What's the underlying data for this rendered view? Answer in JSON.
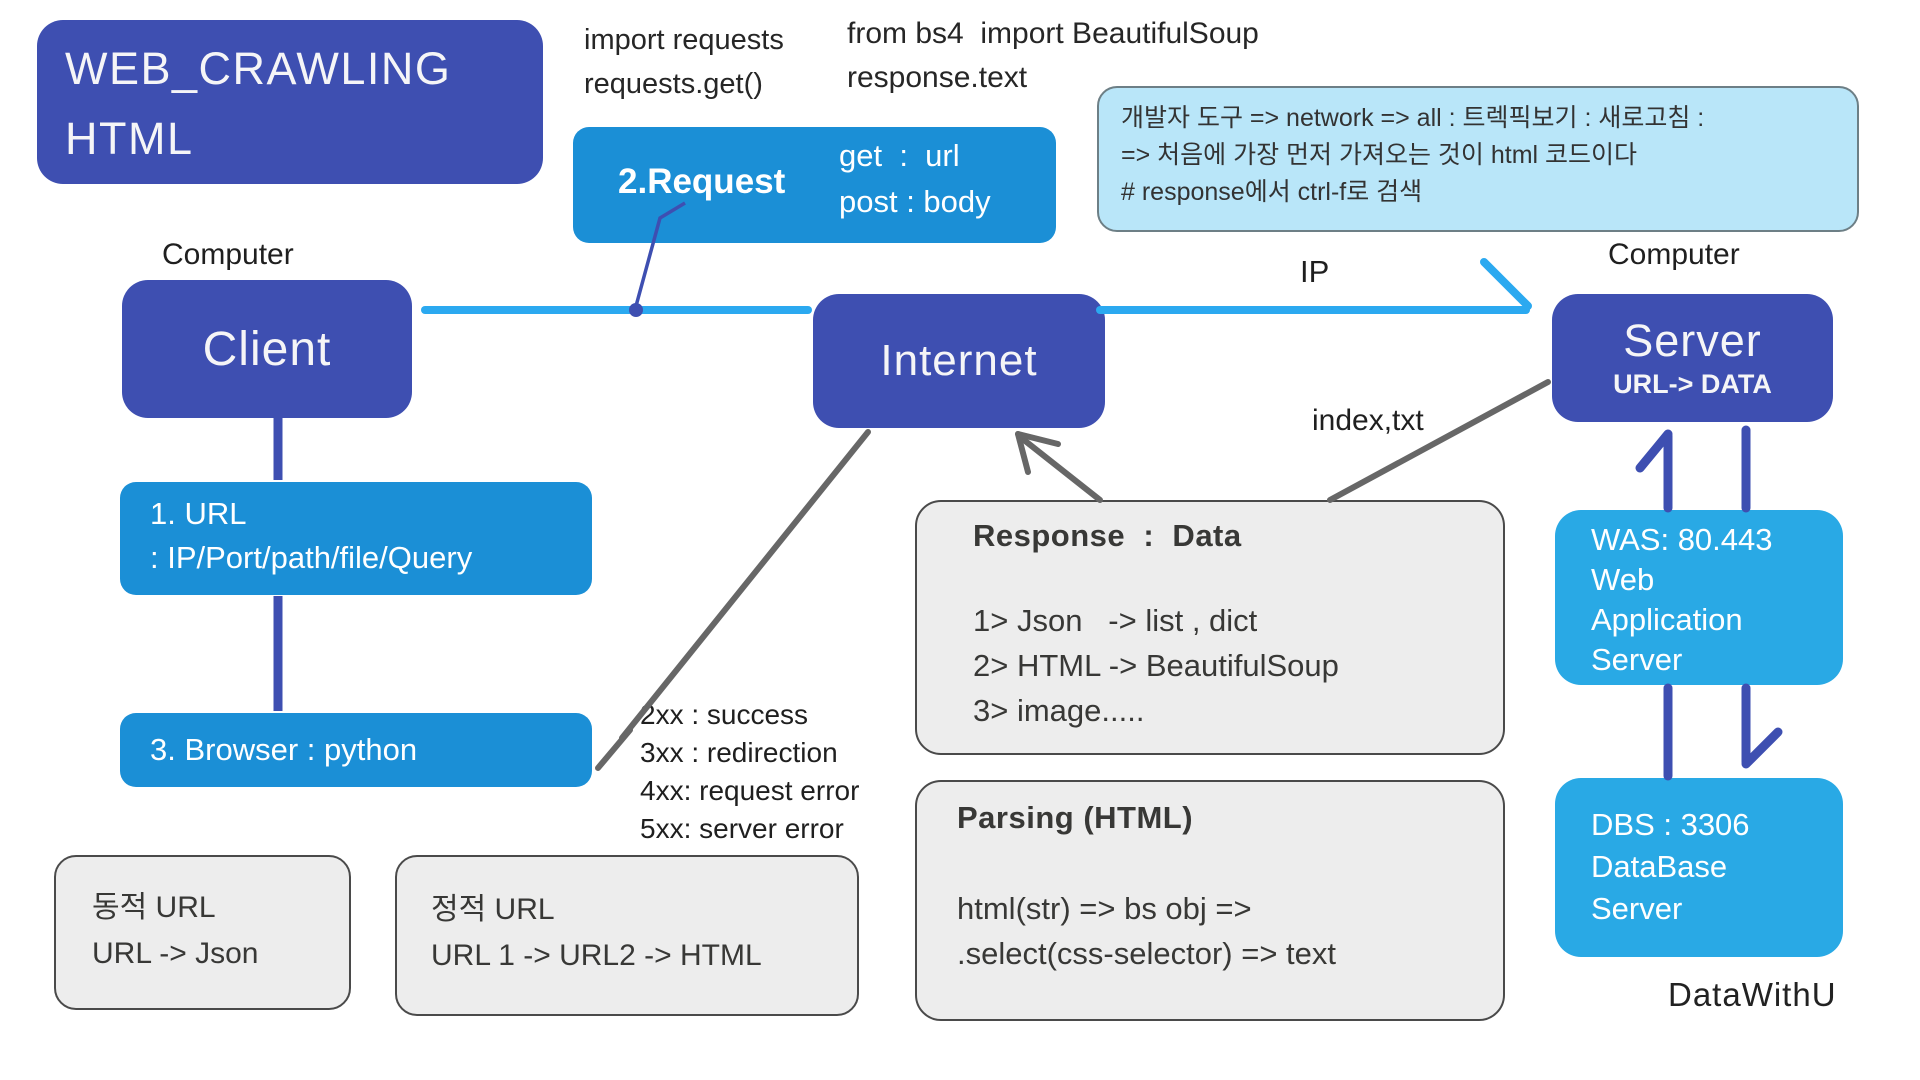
{
  "title": {
    "line1": "WEB_CRAWLING",
    "line2": "HTML"
  },
  "snippets": {
    "requests_1": "import requests",
    "requests_2": "requests.get()",
    "bs4_1": "from bs4  import BeautifulSoup",
    "bs4_2": "response.text"
  },
  "request_box": {
    "title": "2.Request",
    "get": "get  :  url",
    "post": "post : body"
  },
  "devtools_note": {
    "line1": "개발자 도구 => network => all : 트렉픽보기 : 새로고침 :",
    "line2": "=> 처음에 가장 먼저 가져오는 것이 html 코드이다",
    "line3": "# response에서 ctrl-f로 검색"
  },
  "labels": {
    "computer_left": "Computer",
    "computer_right": "Computer",
    "ip": "IP",
    "index_txt": "index,txt",
    "brand": "DataWithU"
  },
  "nodes": {
    "client": "Client",
    "internet": "Internet",
    "server": "Server",
    "server_sub": "URL-> DATA"
  },
  "url_box": {
    "line1": "1. URL",
    "line2": ": IP/Port/path/file/Query"
  },
  "browser_box": {
    "label": "3. Browser : python"
  },
  "status_codes": [
    "2xx : success",
    "3xx : redirection",
    "4xx: request error",
    "5xx: server error"
  ],
  "response_box": {
    "title": "Response  :  Data",
    "items": [
      "1> Json   -> list , dict",
      "2> HTML -> BeautifulSoup",
      "3> image....."
    ]
  },
  "parsing_box": {
    "title": "Parsing (HTML)",
    "line1": "html(str) => bs obj =>",
    "line2": ".select(css-selector) => text"
  },
  "dynamic_url_box": {
    "line1": "동적 URL",
    "line2": "URL -> Json"
  },
  "static_url_box": {
    "line1": "정적 URL",
    "line2": "URL 1 -> URL2 -> HTML"
  },
  "was_box": {
    "line1": "WAS: 80.443",
    "line2": "Web",
    "line3": "Application",
    "line4": "Server"
  },
  "dbs_box": {
    "line1": "DBS : 3306",
    "line2": "DataBase",
    "line3": "Server"
  },
  "colors": {
    "indigo": "#3E4FB1",
    "blue": "#1B8FD6",
    "cyan_blue": "#29A9E5",
    "pale_blue": "#B9E6F9",
    "panel_gray": "#EDEDED",
    "line_blue": "#2BA9F0",
    "line_gray": "#676767",
    "text_dark": "#222222"
  }
}
